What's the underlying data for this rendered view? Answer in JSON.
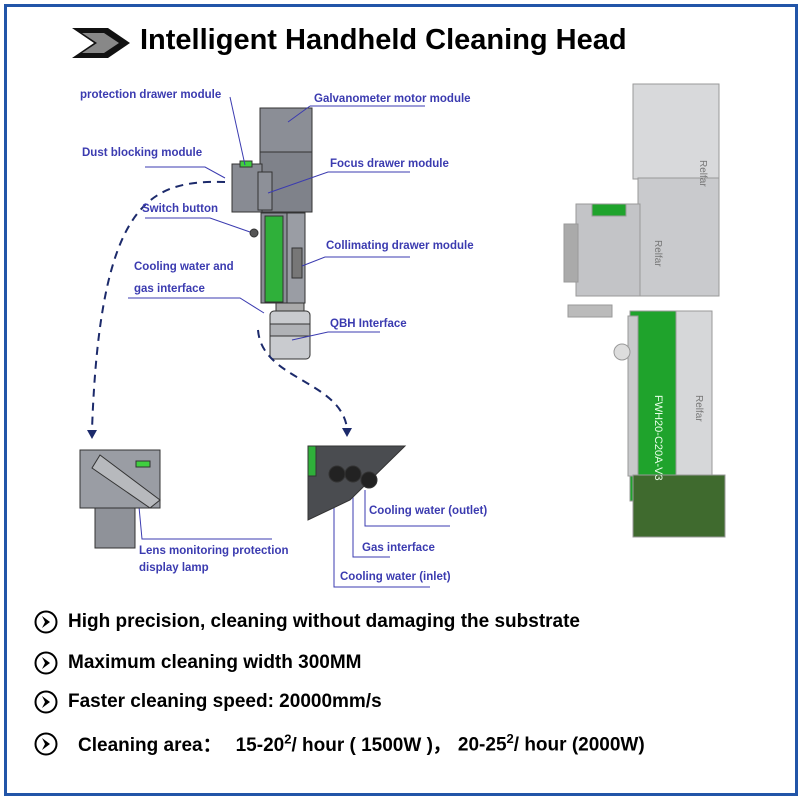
{
  "title": "Intelligent Handheld Cleaning Head",
  "colors": {
    "frame": "#2255a8",
    "label": "#3b3bb0",
    "accent_green": "#2fa83a"
  },
  "diagram_labels": {
    "protection_drawer": "protection drawer module",
    "galvanometer": "Galvanometer motor module",
    "dust_blocking": "Dust blocking module",
    "focus_drawer": "Focus drawer module",
    "switch_button": "Switch button",
    "collimating_drawer": "Collimating drawer module",
    "cooling_gas_1": "Cooling water and",
    "cooling_gas_2": "gas interface",
    "qbh": "QBH Interface",
    "lens_lamp_1": "Lens monitoring protection",
    "lens_lamp_2": "display lamp",
    "cooling_outlet": "Cooling water (outlet)",
    "gas_interface": "Gas interface",
    "cooling_inlet": "Cooling water (inlet)"
  },
  "photo_markings": {
    "brand": "Relfar",
    "model": "FWH20-C20A-V3"
  },
  "features": [
    {
      "icon": "circled-chevron-right-icon",
      "text": "High precision, cleaning without damaging the substrate"
    },
    {
      "icon": "circled-chevron-right-icon",
      "text": "Maximum cleaning width 300MM"
    },
    {
      "icon": "circled-chevron-right-icon",
      "text": "Faster cleaning speed: 20000mm/s"
    }
  ],
  "cleaning_area": {
    "label": "Cleaning area：",
    "v1": "15-20",
    "sup": "2",
    "unit1": "/ hour ( 1500W )，",
    "v2": "20-25",
    "unit2": "/ hour (2000W)"
  }
}
